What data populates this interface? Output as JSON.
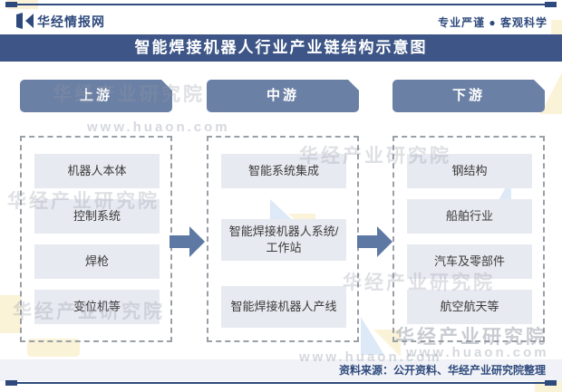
{
  "page": {
    "brand": "华经情报网",
    "slogan": "专业严谨 ● 客观科学",
    "title": "智能焊接机器人行业产业链结构示意图",
    "source": "资料来源：公开资料、华经产业研究院整理"
  },
  "columns": [
    {
      "header": "上游",
      "items": [
        "机器人本体",
        "控制系统",
        "焊枪",
        "变位机等"
      ]
    },
    {
      "header": "中游",
      "items": [
        "智能系统集成",
        "智能焊接机器人系统/工作站",
        "智能焊接机器人产线"
      ]
    },
    {
      "header": "下游",
      "items": [
        "钢结构",
        "船舶行业",
        "汽车及零部件",
        "航空航天等"
      ]
    }
  ],
  "watermark": {
    "text": "华经产业研究院",
    "url": "www.huaon.com"
  },
  "colors": {
    "navy": "#2e4a7c",
    "title_bar": "#3e5687",
    "column_header": "#6b80a5",
    "arrow": "#5e78a4",
    "item_box": "#e8eaf1",
    "footer_band": "#f1f2f7",
    "dashed_border": "#9aa0a8"
  }
}
